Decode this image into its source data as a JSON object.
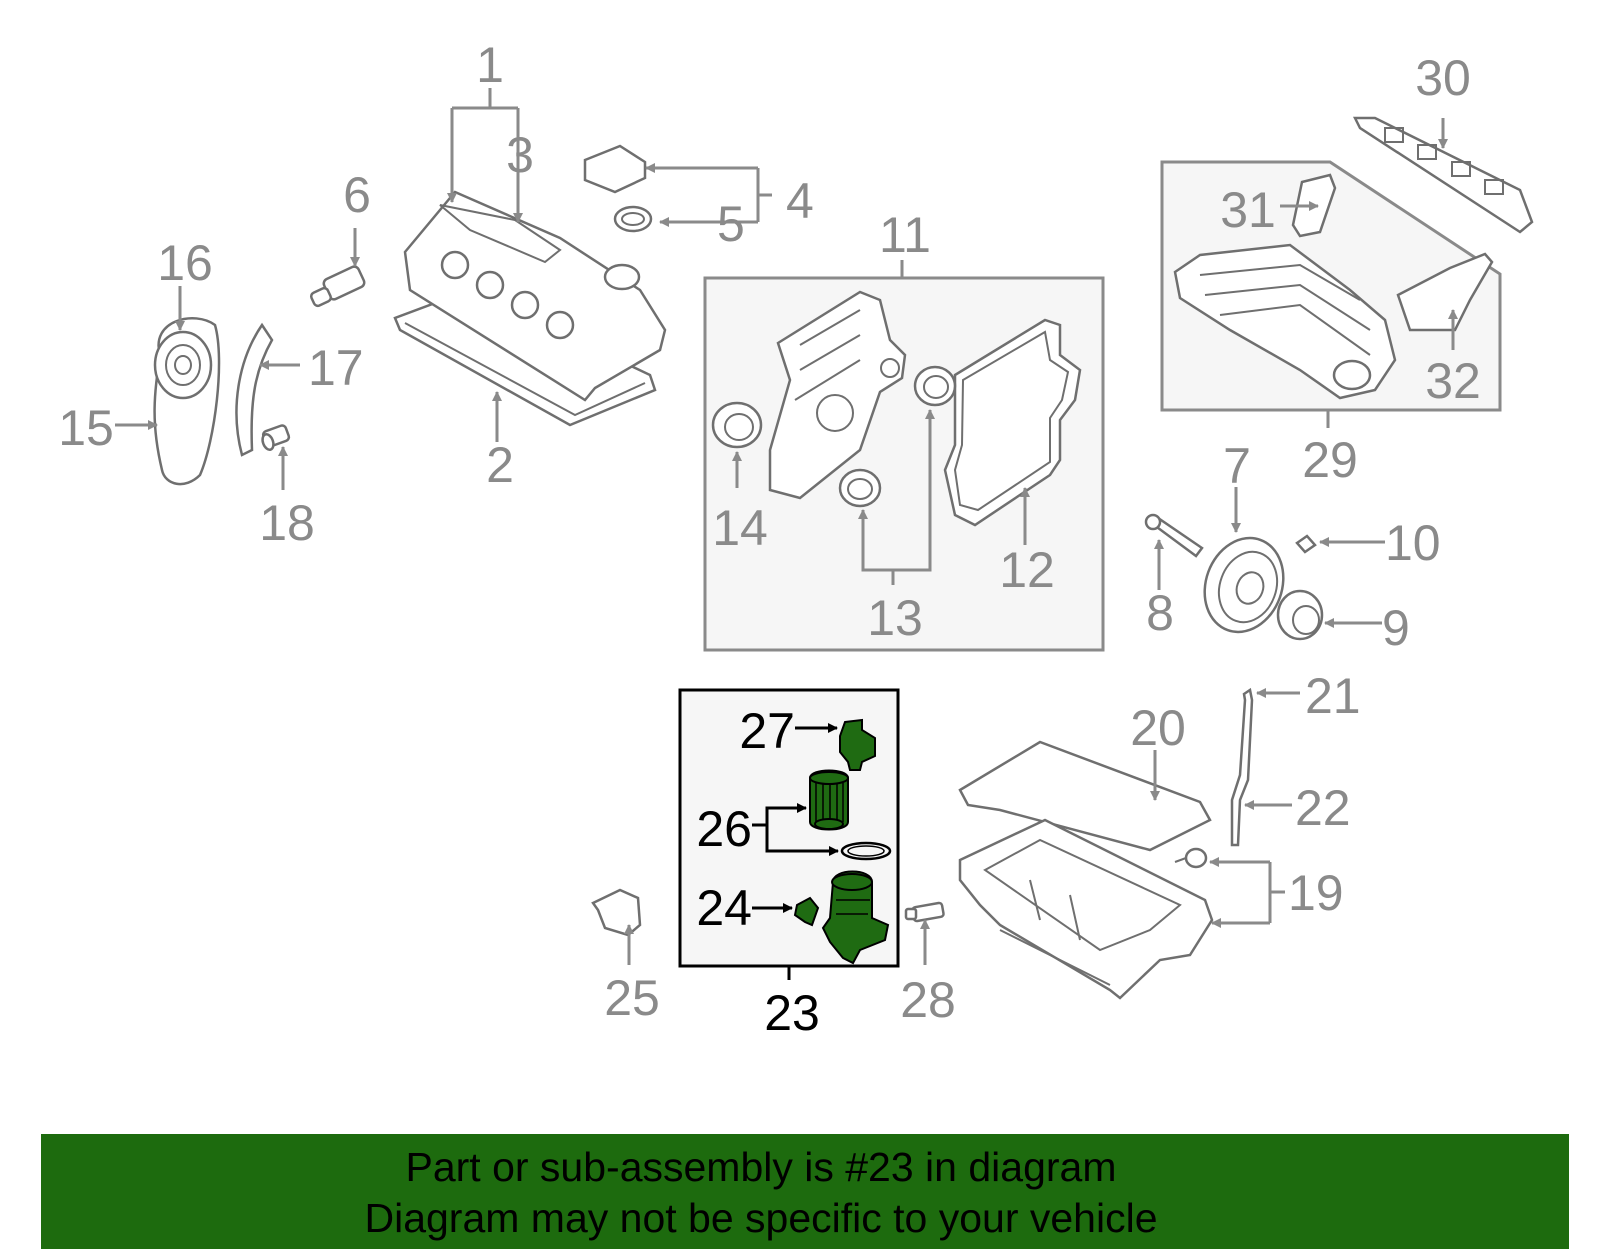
{
  "callouts": {
    "c1": "1",
    "c2": "2",
    "c3": "3",
    "c4": "4",
    "c5": "5",
    "c6": "6",
    "c7": "7",
    "c8": "8",
    "c9": "9",
    "c10": "10",
    "c11": "11",
    "c12": "12",
    "c13": "13",
    "c14": "14",
    "c15": "15",
    "c16": "16",
    "c17": "17",
    "c18": "18",
    "c19": "19",
    "c20": "20",
    "c21": "21",
    "c22": "22",
    "c23": "23",
    "c24": "24",
    "c25": "25",
    "c26": "26",
    "c27": "27",
    "c28": "28",
    "c29": "29",
    "c30": "30",
    "c31": "31",
    "c32": "32"
  },
  "colors": {
    "highlight_green": "#1f6b12",
    "banner_green": "#1d6b0e",
    "callout_gray": "#8a8a8a",
    "highlight_callout": "#000000"
  },
  "banner": {
    "line1": "Part or sub-assembly is #23 in diagram",
    "line2": "Diagram may not be specific to your vehicle"
  }
}
